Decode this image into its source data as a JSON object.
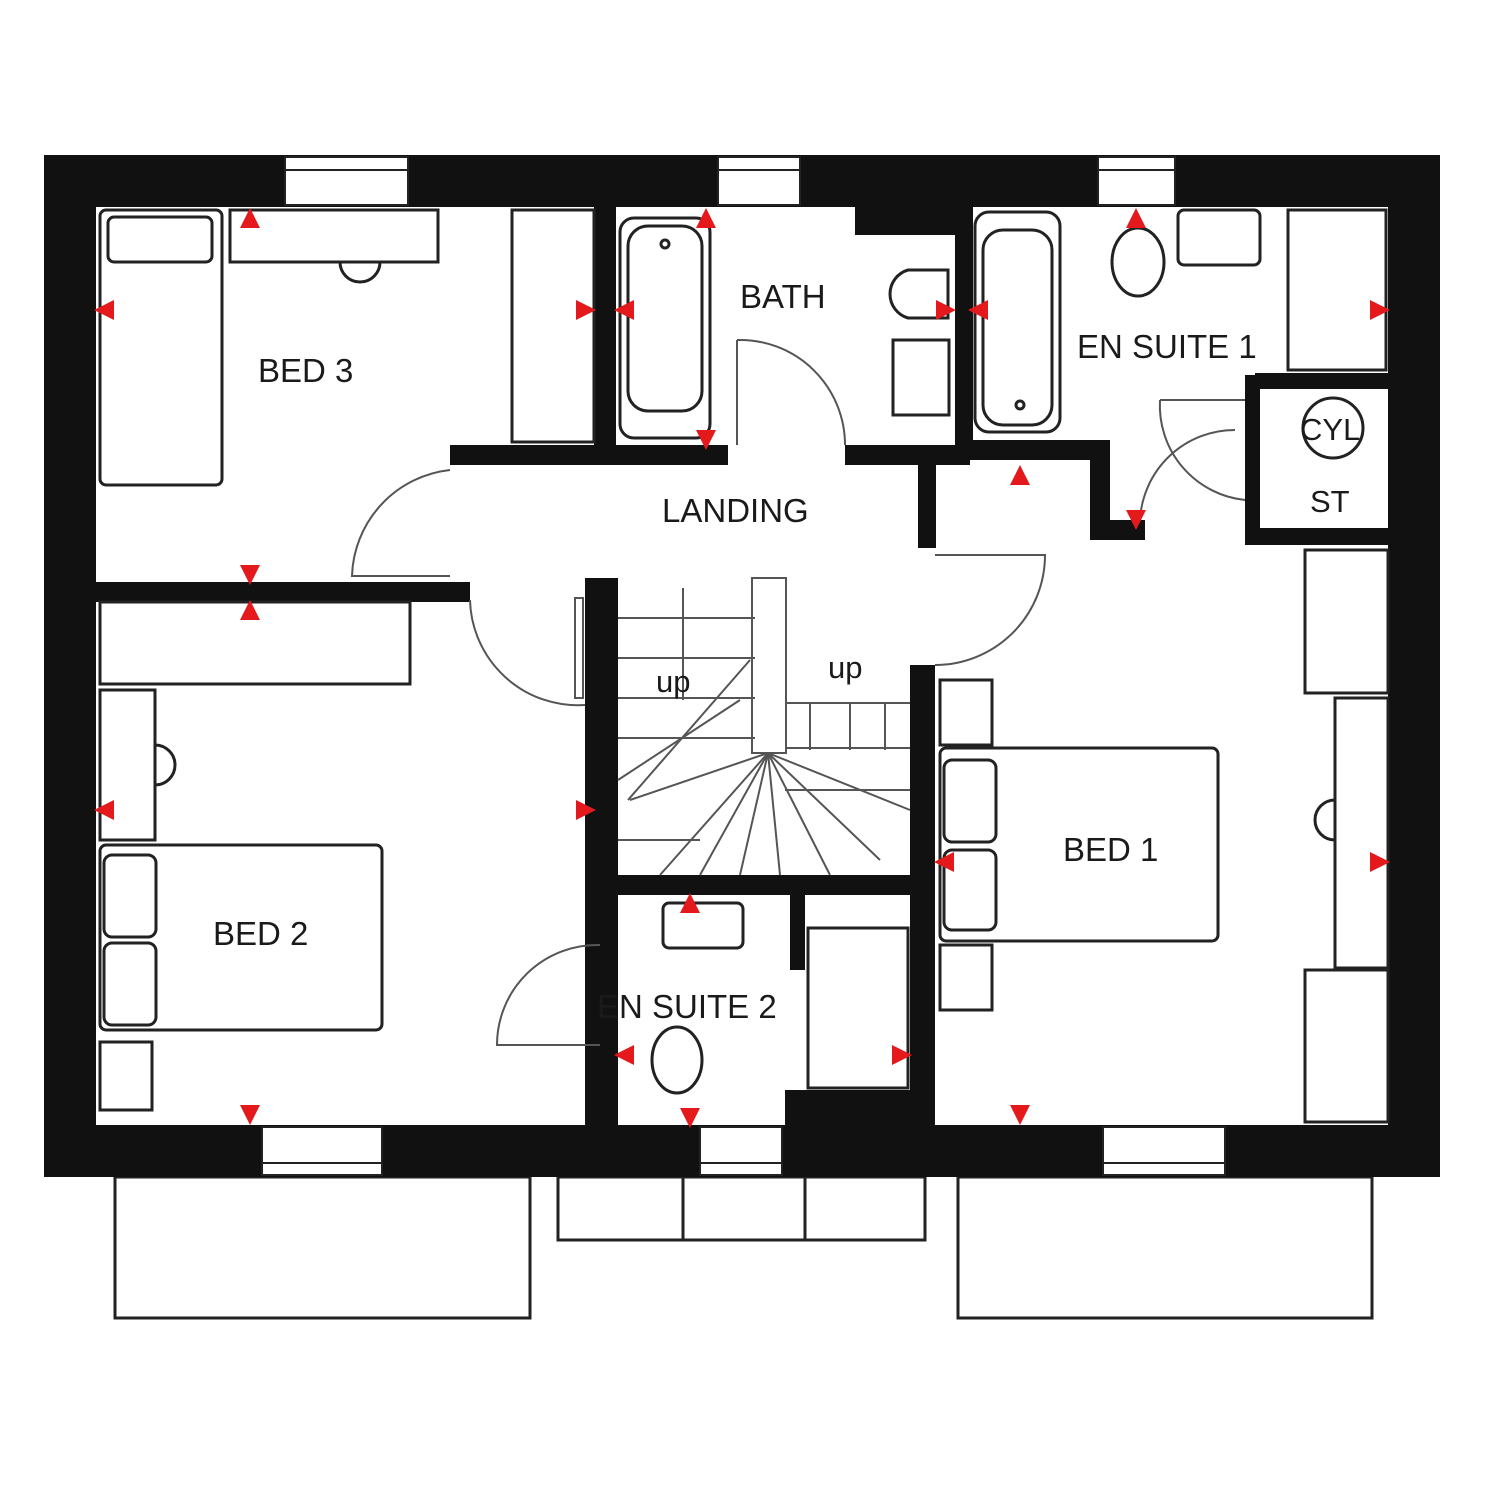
{
  "rooms": {
    "bed3": "BED 3",
    "bath": "BATH",
    "ensuite1": "EN SUITE 1",
    "cylinder": "CYL",
    "store": "ST",
    "landing": "LANDING",
    "stairs_up_left": "up",
    "stairs_up_right": "up",
    "bed2": "BED 2",
    "ensuite2": "EN SUITE 2",
    "bed1": "BED 1"
  },
  "colors": {
    "wall": "#111111",
    "socket_marker": "#e3191c",
    "background": "#ffffff"
  }
}
